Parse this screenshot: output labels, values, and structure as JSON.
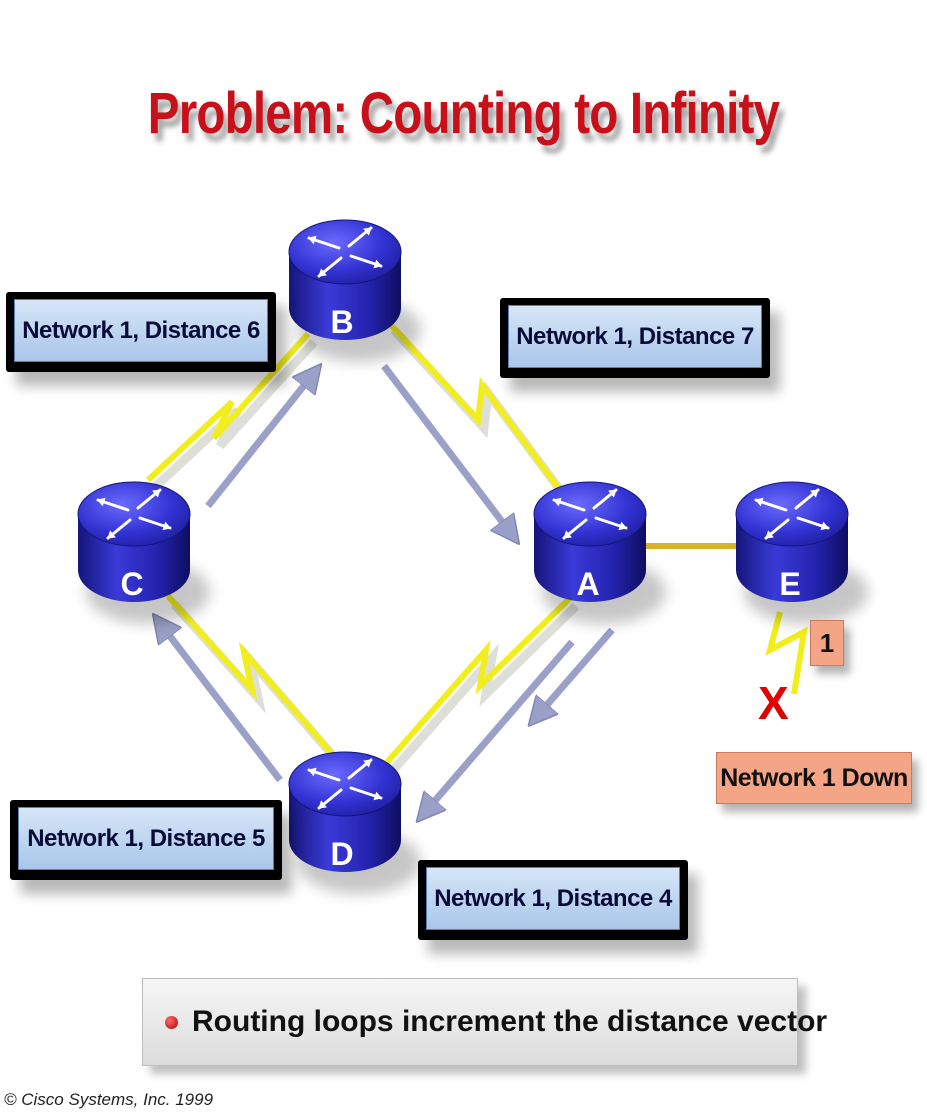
{
  "title": "Problem:  Counting to Infinity",
  "routers": {
    "A": "A",
    "B": "B",
    "C": "C",
    "D": "D",
    "E": "E"
  },
  "labels": {
    "C_label": "Network 1, Distance 6",
    "B_label": "Network 1, Distance 7",
    "D_label": "Network 1, Distance 5",
    "A_label": "Network 1, Distance 4"
  },
  "failure": {
    "metric": "1",
    "mark": "X",
    "status": "Network 1 Down"
  },
  "bullet": "Routing loops increment the distance vector",
  "copyright": "© Cisco Systems, Inc. 1999",
  "colors": {
    "title": "#c8101a",
    "router": "#2727c4",
    "serial_link": "#f2ee1e",
    "ethernet_link": "#d6b22e",
    "arrow": "#9aa0c8",
    "label_fill": "#b8d0ee",
    "status_fill": "#f4a585",
    "failure_mark": "#e00000"
  }
}
